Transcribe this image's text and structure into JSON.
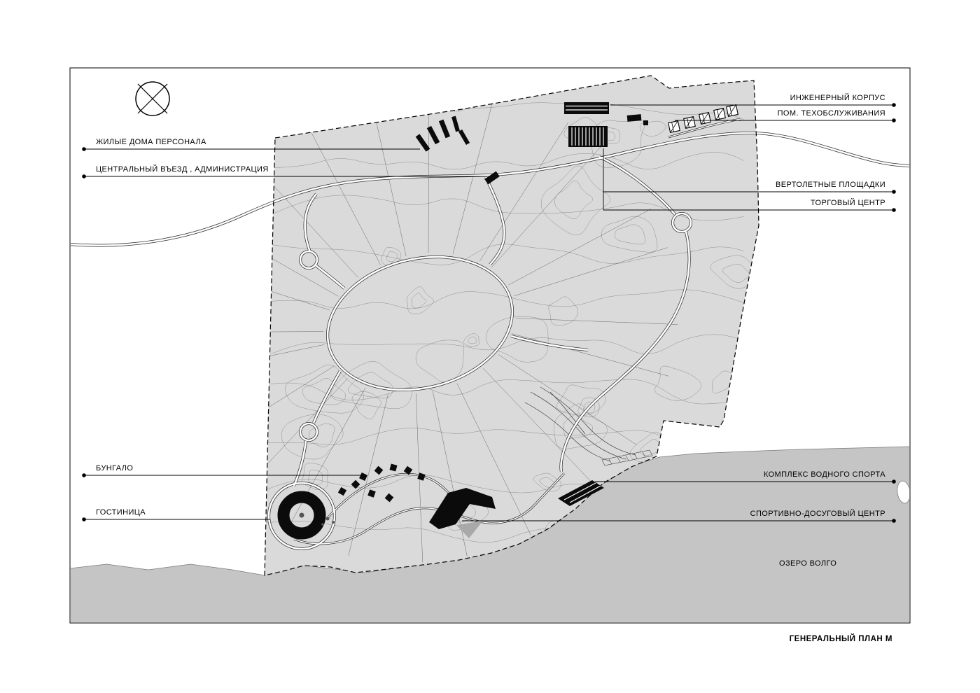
{
  "drawing": {
    "title": "ГЕНЕРАЛЬНЫЙ ПЛАН М"
  },
  "icons": {
    "north_arrow": "circle-with-x-compass"
  },
  "colors": {
    "site_fill": "#dadada",
    "lake_fill": "#c5c5c5",
    "contour_line": "#8d8d8d",
    "building_black": "#0b0b0b",
    "line_black": "#000000",
    "road_fill": "#ffffff",
    "road_casing": "#2e2e2e"
  },
  "callouts": {
    "left": [
      {
        "label": "ЖИЛЫЕ ДОМА ПЕРСОНАЛА"
      },
      {
        "label": "ЦЕНТРАЛЬНЫЙ ВЪЕЗД , АДМИНИСТРАЦИЯ"
      },
      {
        "label": "БУНГАЛО"
      },
      {
        "label": "ГОСТИНИЦА"
      }
    ],
    "right": [
      {
        "label": "ИНЖЕНЕРНЫЙ КОРПУС"
      },
      {
        "label": "ПОМ. ТЕХОБСЛУЖИВАНИЯ"
      },
      {
        "label": "ВЕРТОЛЕТНЫЕ ПЛОЩАДКИ"
      },
      {
        "label": "ТОРГОВЫЙ ЦЕНТР"
      },
      {
        "label": "КОМПЛЕКС ВОДНОГО СПОРТА"
      },
      {
        "label": "СПОРТИВНО-ДОСУГОВЫЙ ЦЕНТР"
      }
    ],
    "water": {
      "label": "ОЗЕРО ВОЛГО"
    }
  }
}
